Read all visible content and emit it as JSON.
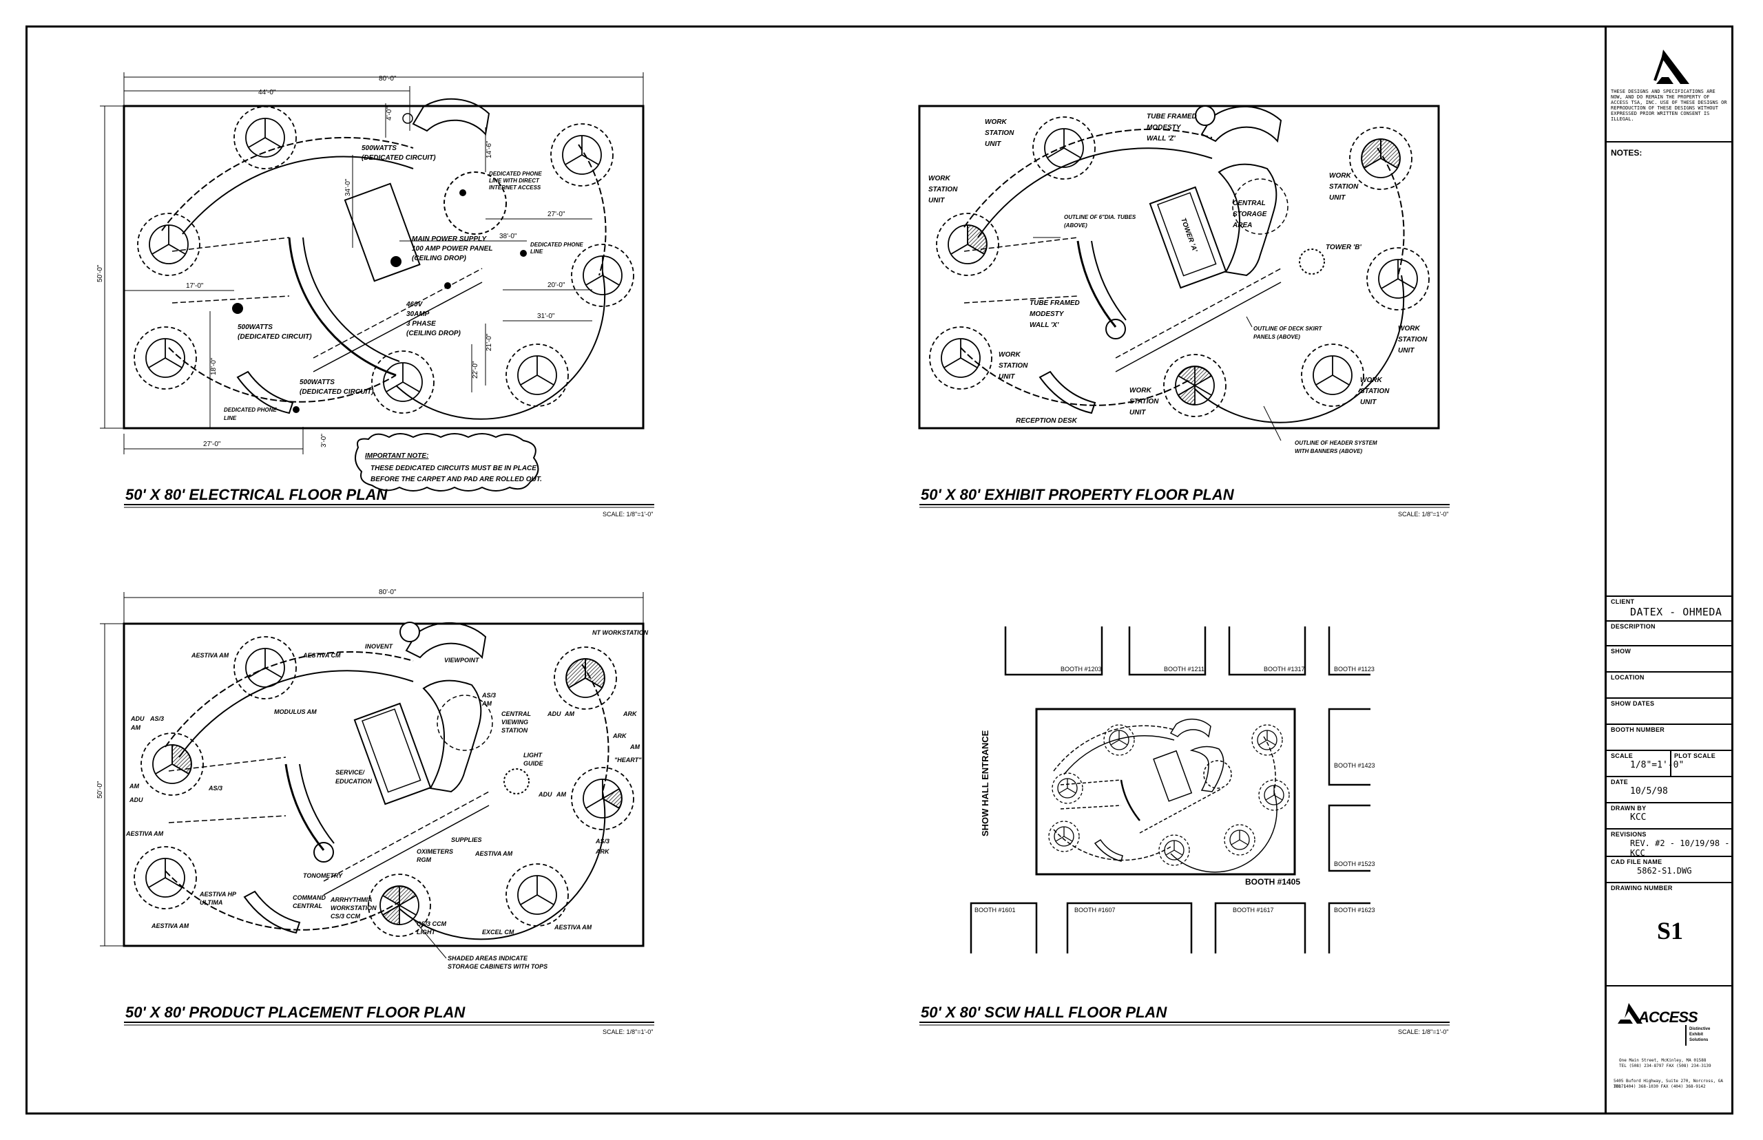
{
  "sheet": {
    "drawing_number": "S1"
  },
  "title_block": {
    "disclaimer": "THESE DESIGNS AND SPECIFICATIONS ARE NOW, AND DO REMAIN THE PROPERTY OF ACCESS TSA, INC. USE OF THESE DESIGNS OR REPRODUCTION OF THESE DESIGNS WITHOUT EXPRESSED PRIOR WRITTEN CONSENT IS ILLEGAL.",
    "notes_label": "NOTES:",
    "client_label": "CLIENT",
    "client_value": "DATEX - OHMEDA",
    "description_label": "DESCRIPTION",
    "show_label": "SHOW",
    "location_label": "LOCATION",
    "show_dates_label": "SHOW DATES",
    "booth_number_label": "BOOTH NUMBER",
    "scale_label": "SCALE",
    "scale_value": "1/8\"=1'-0\"",
    "plot_scale_label": "PLOT SCALE",
    "date_label": "DATE",
    "date_value": "10/5/98",
    "drawn_by_label": "DRAWN BY",
    "drawn_by_value": "KCC",
    "revisions_label": "REVISIONS",
    "revisions_value": "REV. #2 - 10/19/98 - KCC",
    "cad_file_label": "CAD FILE NAME",
    "cad_file_value": "5862-S1.DWG",
    "drawing_number_label": "DRAWING NUMBER",
    "company_name": "ACCESS",
    "company_tagline": [
      "Distinctive",
      "Exhibit",
      "Solutions"
    ],
    "address_1": "One Main Street, McKinley, MA 01588",
    "address_1_phone": "TEL (508) 234-8797 FAX (508) 234-3139",
    "address_2": "5405 Buford Highway, Suite 270, Norcross, GA 30071",
    "address_2_phone": "TEL (404) 368-1030     FAX (404) 368-9142"
  },
  "plans": {
    "electrical": {
      "title": "50' X 80' ELECTRICAL FLOOR PLAN",
      "scale": "SCALE: 1/8\"=1'-0\"",
      "dims": [
        "80'-0\"",
        "44'-0\"",
        "50'-0\"",
        "17'-0\"",
        "18'-0\"",
        "27'-0\"",
        "3'-0\"",
        "4'-0\"",
        "14'-6\"",
        "34'-0\"",
        "27'-0\"",
        "38'-0\"",
        "20'-0\"",
        "31'-0\"",
        "21'-0\"",
        "22'-0\""
      ],
      "labels": {
        "w500_top": "500WATTS",
        "dc_top": "(DEDICATED CIRCUIT)",
        "phone_internet_1": "DEDICATED PHONE",
        "phone_internet_2": "LINE WITH DIRECT",
        "phone_internet_3": "INTERNET ACCESS",
        "main_power_1": "MAIN POWER SUPPLY",
        "main_power_2": "100 AMP POWER PANEL",
        "main_power_3": "(CEILING DROP)",
        "phone_line_1": "DEDICATED PHONE",
        "phone_line_2": "LINE",
        "v460_1": "460V",
        "v460_2": "30AMP",
        "v460_3": "3 PHASE",
        "v460_4": "(CEILING DROP)",
        "w500_left": "500WATTS",
        "dc_left": "(DEDICATED CIRCUIT)",
        "w500_bottom": "500WATTS",
        "dc_bottom": "(DEDICATED CIRCUIT)",
        "phone_bottom_1": "DEDICATED PHONE",
        "phone_bottom_2": "LINE"
      },
      "important_note_title": "IMPORTANT NOTE:",
      "important_note_1": "THESE DEDICATED CIRCUITS MUST BE IN PLACE",
      "important_note_2": "BEFORE THE CARPET AND PAD ARE ROLLED OUT."
    },
    "exhibit": {
      "title": "50' X 80' EXHIBIT PROPERTY FLOOR PLAN",
      "scale": "SCALE: 1/8\"=1'-0\"",
      "labels": {
        "ws1": [
          "WORK",
          "STATION",
          "UNIT"
        ],
        "ws2": [
          "WORK",
          "STATION",
          "UNIT"
        ],
        "ws3": [
          "WORK",
          "STATION",
          "UNIT"
        ],
        "ws4": [
          "WORK",
          "STATION",
          "UNIT"
        ],
        "ws5": [
          "WORK",
          "STATION",
          "UNIT"
        ],
        "ws6": [
          "WORK",
          "STATION",
          "UNIT"
        ],
        "ws7": [
          "WORK",
          "STATION",
          "UNIT"
        ],
        "tube_z": [
          "TUBE FRAMED",
          "MODESTY",
          "WALL 'Z'"
        ],
        "tube_x": [
          "TUBE FRAMED",
          "MODESTY",
          "WALL 'X'"
        ],
        "central": [
          "CENTRAL",
          "STORAGE",
          "AREA"
        ],
        "tower_a": "TOWER 'A'",
        "tower_b": "TOWER 'B'",
        "tubes": [
          "OUTLINE OF 6\"DIA. TUBES",
          "(ABOVE)"
        ],
        "deck": [
          "OUTLINE OF DECK SKIRT",
          "PANELS (ABOVE)"
        ],
        "header": [
          "OUTLINE OF HEADER SYSTEM",
          "WITH BANNERS (ABOVE)"
        ],
        "reception": "RECEPTION DESK"
      }
    },
    "product": {
      "title": "50' X 80' PRODUCT PLACEMENT FLOOR PLAN",
      "scale": "SCALE: 1/8\"=1'-0\"",
      "dims": [
        "80'-0\"",
        "50'-0\""
      ],
      "labels": {
        "aestiva_am_tl": "AESTIVA AM",
        "aestiva_cm_tl": "AESTIVA CM",
        "modulus": "MODULUS AM",
        "inovent": "INOVENT",
        "nt_ws": "NT WORKSTATION",
        "viewpoint": "VIEWPOINT",
        "as3_1": "AS/3",
        "am_1": "AM",
        "central_viewing": [
          "CENTRAL",
          "VIEWING",
          "STATION"
        ],
        "light_guide": [
          "LIGHT",
          "GUIDE"
        ],
        "adu_l": "ADU",
        "as3_l": "AS/3",
        "am_l": "AM",
        "am_l2": "AM",
        "adu_l2": "ADU",
        "as3_l2": "AS/3",
        "service": [
          "SERVICE/",
          "EDUCATION"
        ],
        "supplies": "SUPPLIES",
        "adu_r": "ADU",
        "am_r": "AM",
        "ark_r": "ARK",
        "ark_r2": "ARK",
        "am_r2": "AM",
        "heart": "\"HEART\"",
        "adu_r3": "ADU",
        "am_r3": "AM",
        "as3_r3": "AS/3",
        "ark_r3": "ARK",
        "aestiva_am_ll": "AESTIVA AM",
        "tonometry": "TONOMETRY",
        "oximeters": [
          "OXIMETERS",
          "RGM"
        ],
        "aestiva_am_mid": "AESTIVA AM",
        "aestiva_hp": [
          "AESTIVA HP",
          "ULTIMA"
        ],
        "aestiva_am_bl": "AESTIVA AM",
        "command": [
          "COMMAND",
          "CENTRAL"
        ],
        "arrhythmia": [
          "ARRHYTHMIA",
          "WORKSTATION",
          "CS/3 CCM"
        ],
        "cs3_light": [
          "CS/3 CCM",
          "LIGHT"
        ],
        "excel": "EXCEL CM",
        "aestiva_am_br": "AESTIVA AM",
        "shaded": [
          "SHADED AREAS INDICATE",
          "STORAGE CABINETS WITH TOPS"
        ]
      }
    },
    "hall": {
      "title": "50' X 80' SCW HALL FLOOR PLAN",
      "scale": "SCALE: 1/8\"=1'-0\"",
      "entrance": "SHOW HALL ENTRANCE",
      "booths": {
        "b1203": "BOOTH #1203",
        "b1211": "BOOTH #1211",
        "b1317": "BOOTH #1317",
        "b1123": "BOOTH #1123",
        "b1423": "BOOTH #1423",
        "b1523": "BOOTH #1523",
        "b1405": "BOOTH #1405",
        "b1601": "BOOTH #1601",
        "b1607": "BOOTH #1607",
        "b1617": "BOOTH #1617",
        "b1623": "BOOTH #1623"
      }
    }
  }
}
